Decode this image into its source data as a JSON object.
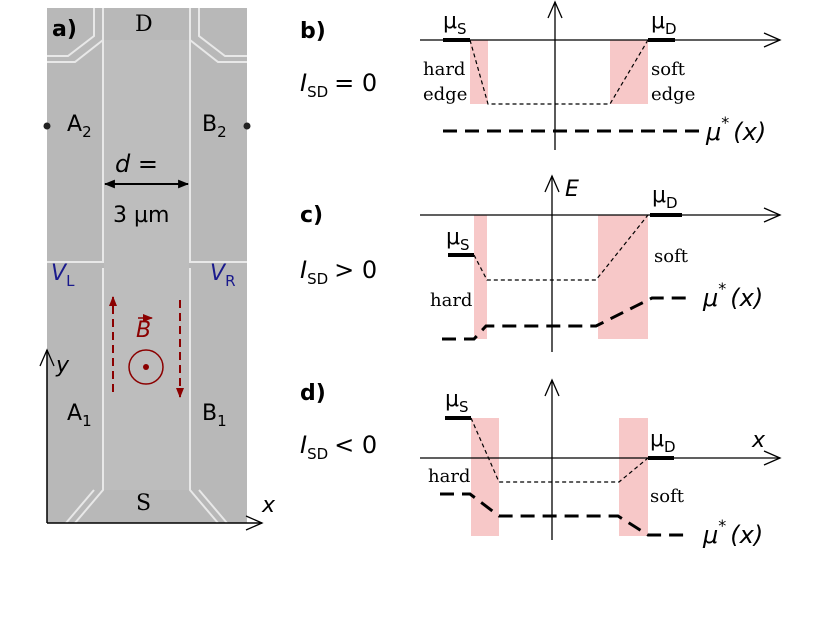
{
  "panel_a": {
    "label": "a)",
    "drain": "D",
    "source": "S",
    "a2": {
      "main": "A",
      "sub": "2"
    },
    "b2": {
      "main": "B",
      "sub": "2"
    },
    "a1": {
      "main": "A",
      "sub": "1"
    },
    "b1": {
      "main": "B",
      "sub": "1"
    },
    "width_line1": "d =",
    "width_line2": "3 µm",
    "vl": {
      "main": "V",
      "sub": "L"
    },
    "vr": {
      "main": "V",
      "sub": "R"
    },
    "field": "B",
    "axis_y": "y",
    "axis_x": "x",
    "colors": {
      "field": "#8b0000",
      "gate": "#1a1a8c",
      "sample": "#b8b8b8"
    }
  },
  "panel_b": {
    "label": "b)",
    "cond_main": "I",
    "cond_sub": "SD",
    "cond_rel": "= 0",
    "mu_s": {
      "main": "μ",
      "sub": "S"
    },
    "mu_d": {
      "main": "μ",
      "sub": "D"
    },
    "left_edge": [
      "hard",
      "edge"
    ],
    "right_edge": [
      "soft",
      "edge"
    ],
    "mu_star": "μ",
    "mu_star_sup": "*",
    "mu_star_arg": "(x)"
  },
  "panel_c": {
    "label": "c)",
    "cond_main": "I",
    "cond_sub": "SD",
    "cond_rel": "> 0",
    "axis_e": "E",
    "mu_s": {
      "main": "μ",
      "sub": "S"
    },
    "mu_d": {
      "main": "μ",
      "sub": "D"
    },
    "left_edge": "hard",
    "right_edge": "soft",
    "mu_star": "μ",
    "mu_star_sup": "*",
    "mu_star_arg": "(x)"
  },
  "panel_d": {
    "label": "d)",
    "cond_main": "I",
    "cond_sub": "SD",
    "cond_rel": "< 0",
    "axis_x": "x",
    "mu_s": {
      "main": "μ",
      "sub": "S"
    },
    "mu_d": {
      "main": "μ",
      "sub": "D"
    },
    "left_edge": "hard",
    "right_edge": "soft",
    "mu_star": "μ",
    "mu_star_sup": "*",
    "mu_star_arg": "(x)"
  },
  "colors": {
    "highlight": "#f7c8c8"
  }
}
